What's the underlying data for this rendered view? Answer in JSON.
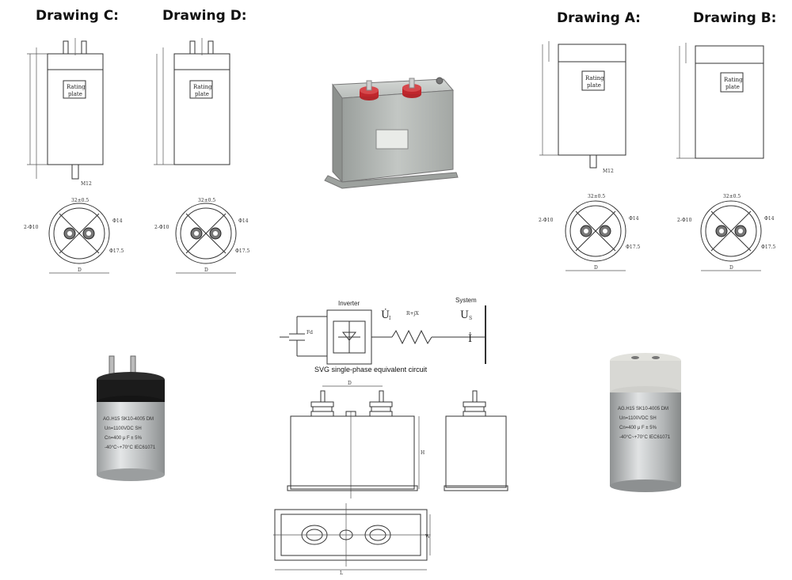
{
  "headings": {
    "drawing_c": "Drawing C:",
    "drawing_d": "Drawing D:",
    "drawing_a": "Drawing A:",
    "drawing_b": "Drawing B:"
  },
  "plate": {
    "line1": "Rating",
    "line2": "plate"
  },
  "dims": {
    "m12": "M12",
    "pitch": "32±0.5",
    "holes": "2-Φ10",
    "d14": "Φ14",
    "d175": "Φ17.5",
    "diameter": "D",
    "h": "H",
    "l": "L",
    "w": "W"
  },
  "circuit": {
    "inverter": "Inverter",
    "system": "System",
    "ui": "U̇",
    "ui_sub": "I",
    "impedance": "R+jX",
    "us": "U",
    "us_sub": "S",
    "i": "İ",
    "caption": "SVG single-phase equivalent circuit"
  },
  "cap_left": {
    "line1": "AG.H15 SK10-4005 DM",
    "line2": "Un=1100VDC     SH",
    "line3": "Cn=400 μ F ± 5%",
    "line4": "-40°C~+70°C   IEC61071"
  },
  "cap_right": {
    "line1": "AG.H15 SK10-4005 DM",
    "line2": "Un=1100VDC     SH",
    "line3": "Cn=400 μ F ± 5%",
    "line4": "-40°C~+70°C   IEC61071"
  },
  "colors": {
    "steel": "#a9adab",
    "terminal_red": "#c0272d",
    "cap_black": "#1b1b1b",
    "cap_grey_top": "#d8d8d4",
    "aluminium": "#c9cccd"
  }
}
